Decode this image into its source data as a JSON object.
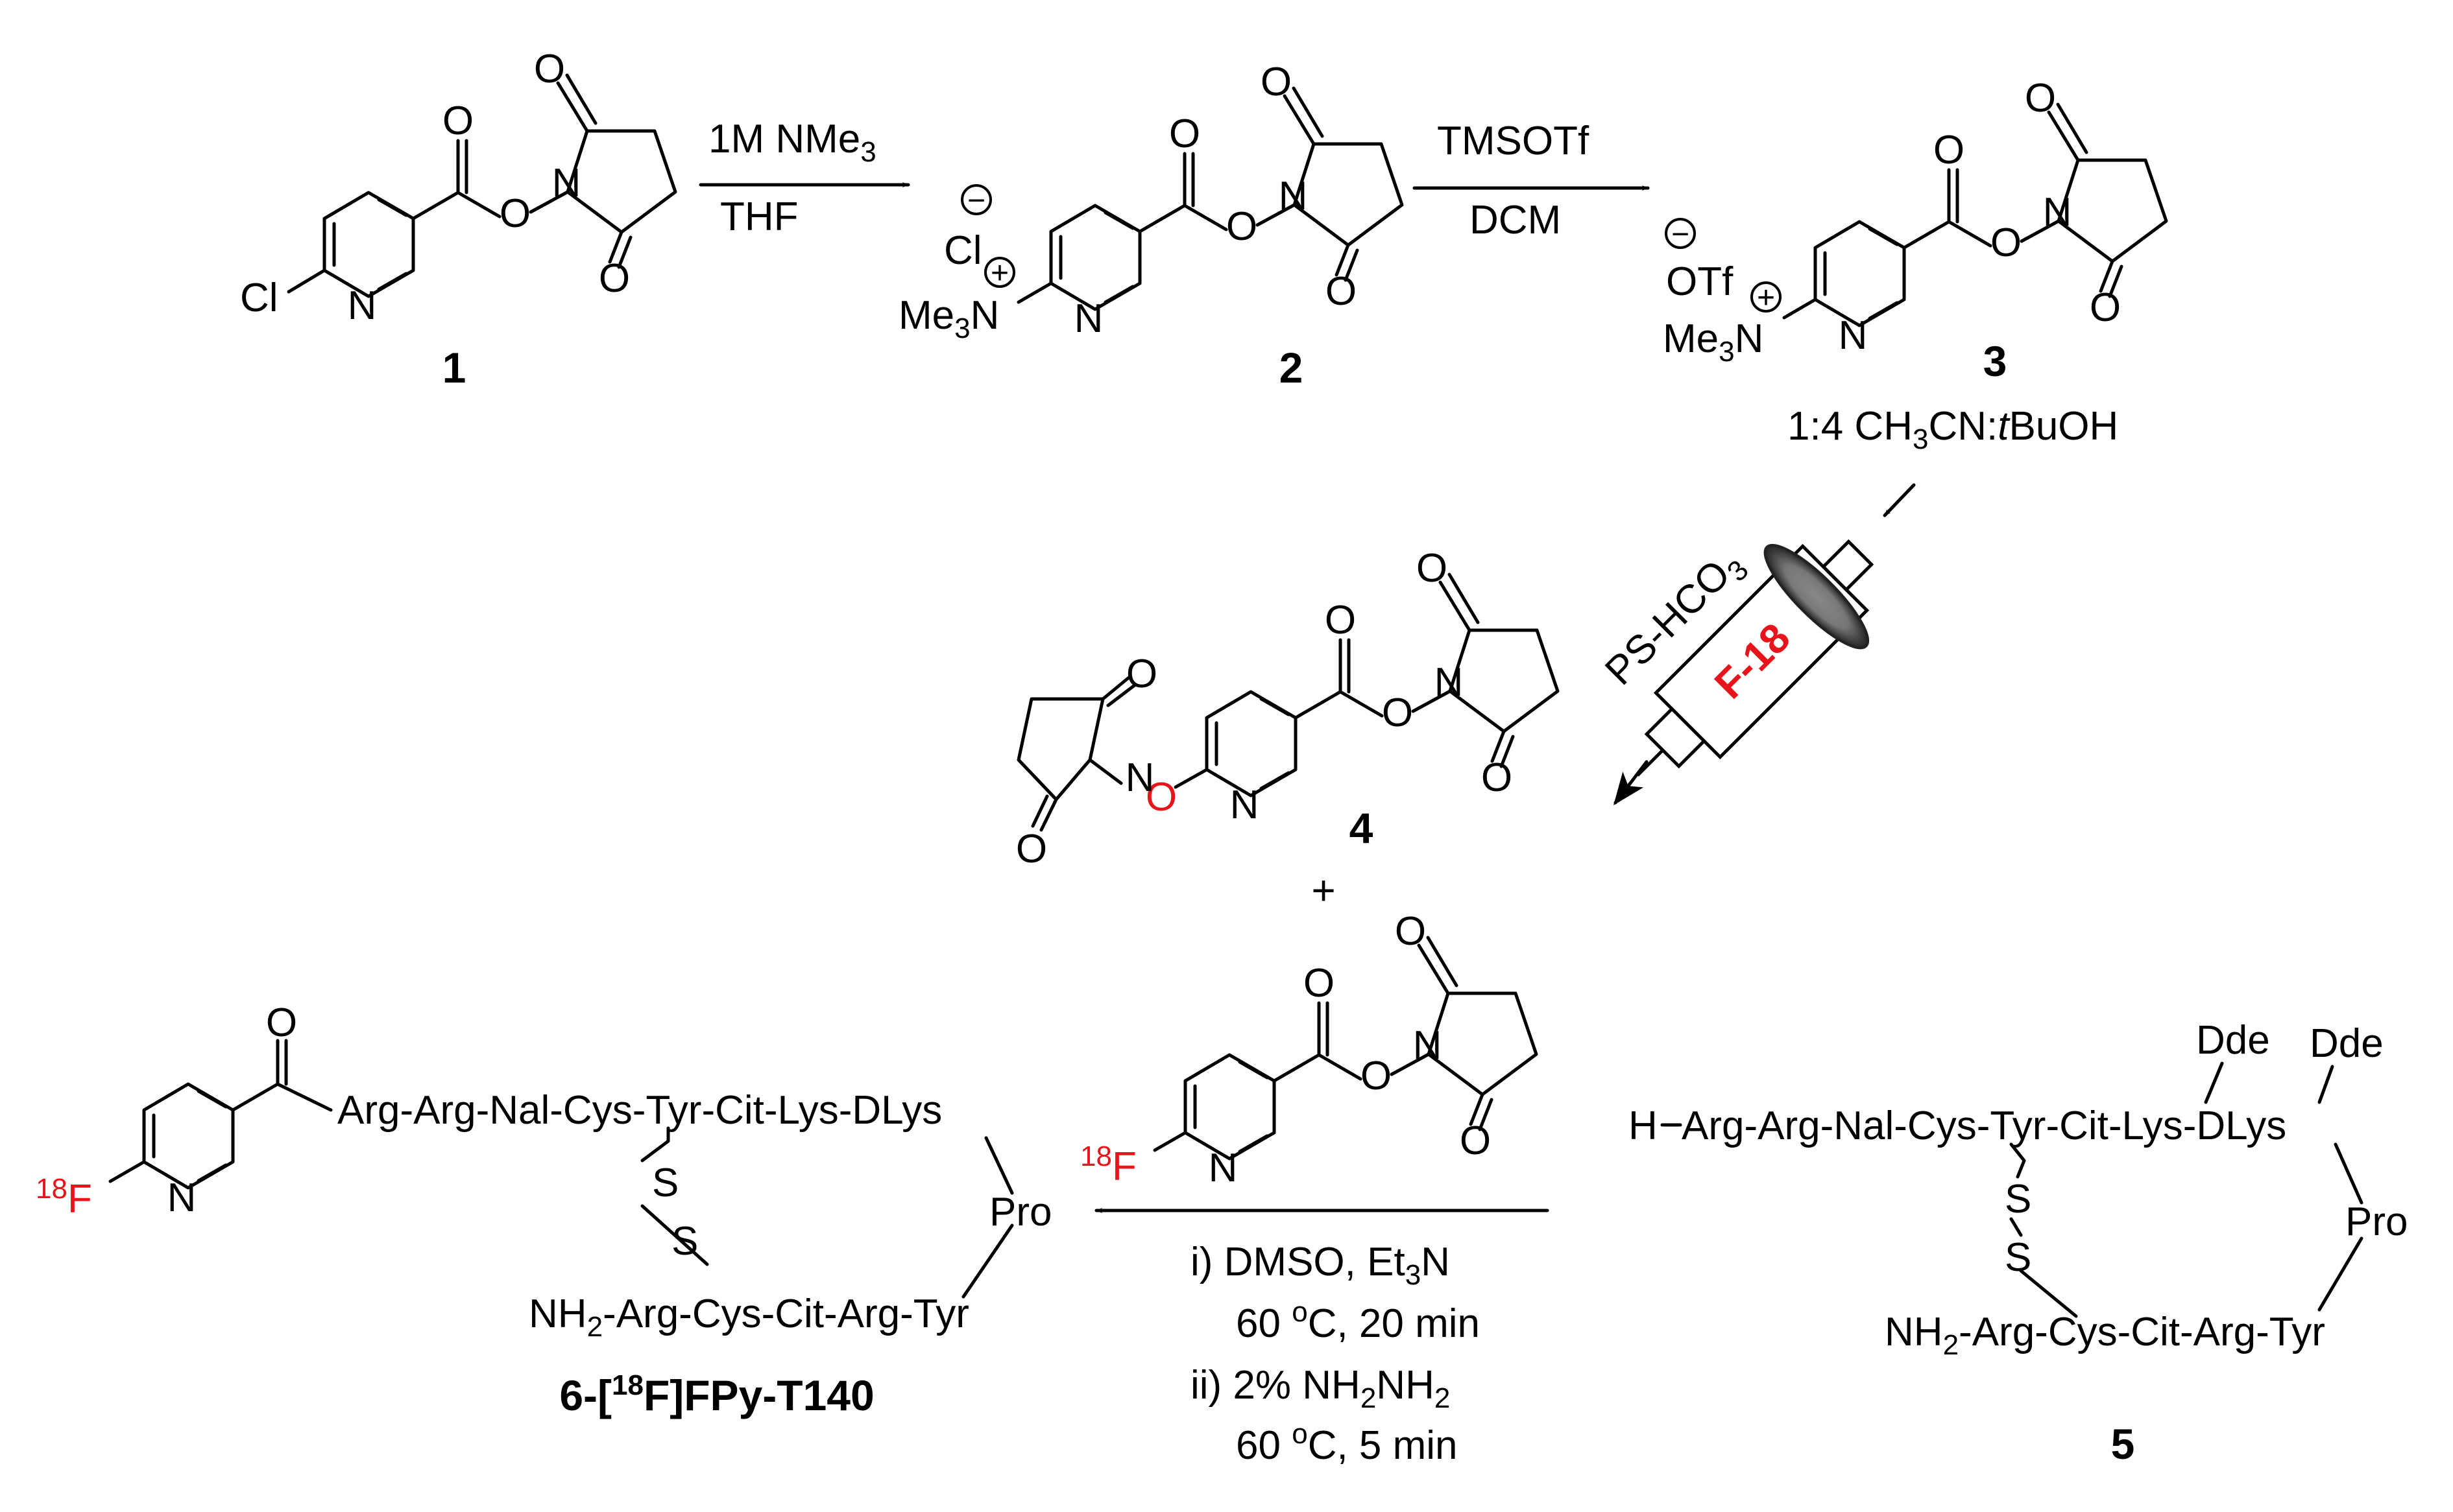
{
  "compound_labels": {
    "c1": "1",
    "c2": "2",
    "c3": "3",
    "c4": "4",
    "c5": "5"
  },
  "atoms": {
    "cl": "Cl",
    "n": "N",
    "o": "O",
    "me3n_prefix": "Me",
    "me3n_sub": "3",
    "me3n_suffix": "N",
    "chloride": "Cl",
    "otf": "OTf",
    "fluorine": "F",
    "isotope": "18",
    "h": "H",
    "nh2_prefix": "NH",
    "nh2_sub": "2",
    "s": "S",
    "pro": "Pro",
    "dde": "Dde",
    "plus_charge": "+",
    "minus_charge": "−"
  },
  "reagents": {
    "step1_top_prefix": "1M NMe",
    "step1_top_sub": "3",
    "step1_bottom": "THF",
    "step2_top": "TMSOTf",
    "step2_bottom": "DCM",
    "step3_solvent_prefix": "1:4 CH",
    "step3_solvent_sub": "3",
    "step3_solvent_mid": "CN:",
    "step3_solvent_italic": "t",
    "step3_solvent_suffix": "BuOH",
    "cartridge_prefix": "PS-HCO",
    "cartridge_sub": "3",
    "cartridge_label": "F-18",
    "final_cond_1_prefix": "i) DMSO, Et",
    "final_cond_1_sub": "3",
    "final_cond_1_suffix": "N",
    "final_cond_2_prefix": "60 ",
    "final_cond_2_sup": "o",
    "final_cond_2_suffix": "C, 20 min",
    "final_cond_3_prefix": "ii) 2% NH",
    "final_cond_3_sub1": "2",
    "final_cond_3_mid": "NH",
    "final_cond_3_sub2": "2",
    "final_cond_4_prefix": "60 ",
    "final_cond_4_sup": "o",
    "final_cond_4_suffix": "C, 5 min"
  },
  "plus_sign": "+",
  "peptides": {
    "product_chain": "Arg-Arg-Nal-Cys-Tyr-Cit-Lys-DLys",
    "product_bottom_suffix": "-Arg-Cys-Cit-Arg-Tyr",
    "c5_chain": "Arg-Arg-Nal-Cys-Tyr-Cit-Lys-DLys",
    "c5_bottom_suffix": "-Arg-Cys-Cit-Arg-Tyr"
  },
  "product_name": {
    "prefix": "6-[",
    "sup": "18",
    "suffix": "F]FPy-T140"
  }
}
